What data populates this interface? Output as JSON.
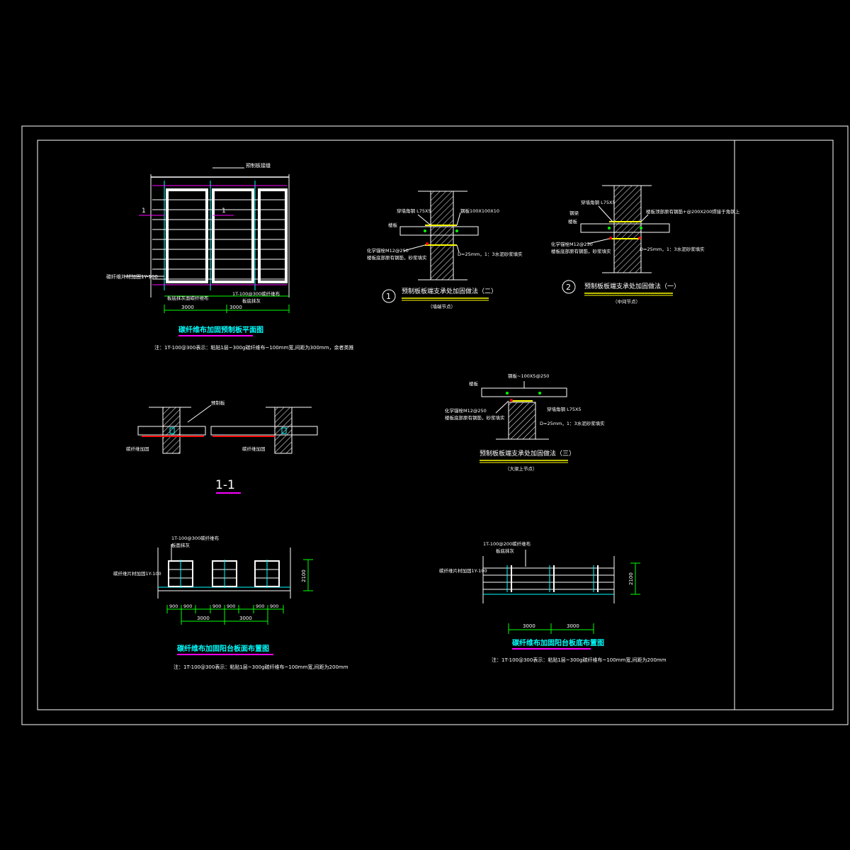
{
  "plan": {
    "top_label": "预制板接缝",
    "section_mark_1": "1",
    "section_mark_2": "1",
    "left_label": "碳纤维片材加固1Y-100",
    "bottom_label_a": "板底抹灰面碳纤维布",
    "bottom_label_b": "1T-100@300碳纤维布",
    "bottom_label_c": "板底抹灰",
    "dim_1": "3000",
    "dim_2": "3000",
    "title": "碳纤维布加固预制板平面图",
    "note": "注：1T-100@300表示：粘贴1层~300g碳纤维布~100mm宽,间距为300mm，余者类推"
  },
  "detail1": {
    "label_angle": "穿墙角钢 L75X5",
    "label_plate": "钢板100X100X10",
    "label_slab": "楼板",
    "label_bolt_a": "化学锚栓M12@250",
    "label_bolt_b": "楼板底部原有钢筋，砂浆填实",
    "label_mortar": "D=25mm，1：3水泥砂浆填实",
    "circle": "1",
    "title": "预制板板端支承处加固做法（二）",
    "sub": "（墙端节点）"
  },
  "detail2": {
    "label_angle": "穿墙角钢 L75X5",
    "label_steel": "钢梁",
    "label_top": "楼板顶部原有钢筋+@200X200焊接于角钢上",
    "label_slab": "楼板",
    "label_bolt_a": "化学锚栓M12@250",
    "label_bolt_b": "楼板底部原有钢筋，砂浆填实",
    "label_mortar": "D=25mm，1：3水泥砂浆填实",
    "circle": "2",
    "title": "预制板板端支承处加固做法（一）",
    "sub": "（中间节点）"
  },
  "detail3": {
    "label_top": "钢板~100X5@250",
    "label_slab": "楼板",
    "label_bolt_a": "化学锚栓M12@250",
    "label_bolt_b": "楼板底部原有钢筋，砂浆填实",
    "label_angle": "穿墙角钢 L75X5",
    "label_mortar": "D=25mm，1：3水泥砂浆填实",
    "title": "预制板板端支承处加固做法（三）",
    "sub": "（大梁上节点）"
  },
  "section": {
    "label_top": "预制板",
    "label_left": "碳纤维加固",
    "label_mid": "碳纤维加固",
    "title": "1-1"
  },
  "balcony_top": {
    "label_a": "1T-100@300碳纤维布",
    "label_b": "板面抹灰",
    "label_left": "碳纤维片材加固1Y-100",
    "dim_h": "2100",
    "dims_small": [
      "900",
      "900",
      "900",
      "900",
      "900",
      "900"
    ],
    "dim_a": "3000",
    "dim_b": "3000",
    "title": "碳纤维布加固阳台板面布置图",
    "note": "注：1T-100@300表示：粘贴1层~300g碳纤维布~100mm宽,间距为200mm"
  },
  "balcony_bottom": {
    "label_a": "1T-100@200碳纤维布",
    "label_b": "板底抹灰",
    "label_left": "碳纤维片材加固1Y-100",
    "dim_h": "2100",
    "dim_a": "3000",
    "dim_b": "3000",
    "title": "碳纤维布加固阳台板底布置图",
    "note": "注：1T-100@300表示：粘贴1层~300g碳纤维布~100mm宽,间距为200mm"
  },
  "colors": {
    "background": "#000000",
    "line": "#ffffff",
    "title": "#00ffff",
    "underline": "#ff00ff",
    "underline_detail": "#ffff00",
    "dimension": "#00ff00",
    "red": "#ff0000"
  }
}
